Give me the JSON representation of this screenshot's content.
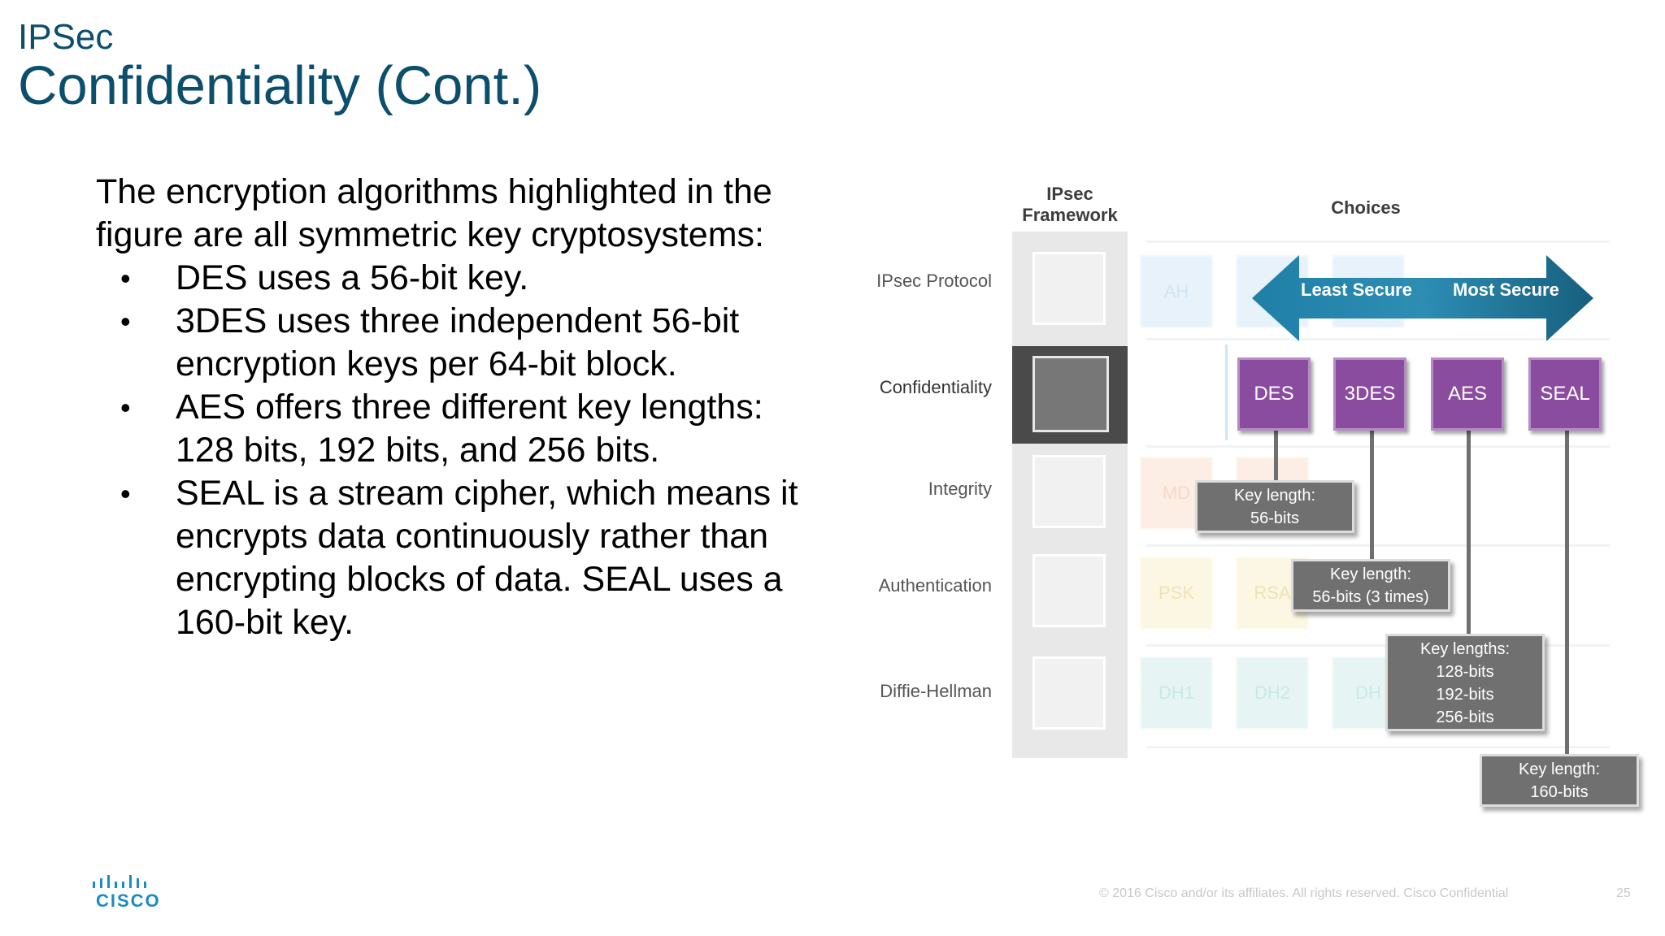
{
  "slide": {
    "section": "IPSec",
    "title": "Confidentiality (Cont.)",
    "intro": "The encryption algorithms highlighted in the figure are all symmetric key cryptosystems:",
    "bullets": [
      "DES uses a 56-bit key.",
      "3DES uses three independent 56-bit encryption keys per 64-bit block.",
      "AES offers three different key lengths: 128 bits, 192 bits, and 256 bits.",
      "SEAL is a stream cipher, which means it encrypts data continuously rather than encrypting blocks of data. SEAL uses a 160-bit key."
    ]
  },
  "figure": {
    "framework_header": [
      "IPsec",
      "Framework"
    ],
    "choices_header": "Choices",
    "rows": [
      "IPsec Protocol",
      "Confidentiality",
      "Integrity",
      "Authentication",
      "Diffie-Hellman"
    ],
    "faded_choices": {
      "protocol": [
        "AH"
      ],
      "integrity": [
        "MD"
      ],
      "authentication": [
        "PSK",
        "RSA"
      ],
      "diffie_hellman": [
        "DH1",
        "DH2",
        "DH"
      ]
    },
    "arrow": {
      "left_label": "Least Secure",
      "right_label": "Most Secure",
      "color": "#1d6b8c"
    },
    "algorithms": [
      {
        "name": "DES",
        "key_label": "Key length:",
        "key_values": [
          "56-bits"
        ]
      },
      {
        "name": "3DES",
        "key_label": "Key length:",
        "key_values": [
          "56-bits (3 times)"
        ]
      },
      {
        "name": "AES",
        "key_label": "Key lengths:",
        "key_values": [
          "128-bits",
          "192-bits",
          "256-bits"
        ]
      },
      {
        "name": "SEAL",
        "key_label": "Key length:",
        "key_values": [
          "160-bits"
        ]
      }
    ],
    "algo_color": "#8a4c9e"
  },
  "footer": {
    "brand": "CISCO",
    "copyright": "© 2016  Cisco and/or its affiliates. All rights reserved.   Cisco Confidential",
    "page": "25"
  },
  "colors": {
    "title": "#0b4f6c",
    "brand": "#1b8bc4"
  }
}
